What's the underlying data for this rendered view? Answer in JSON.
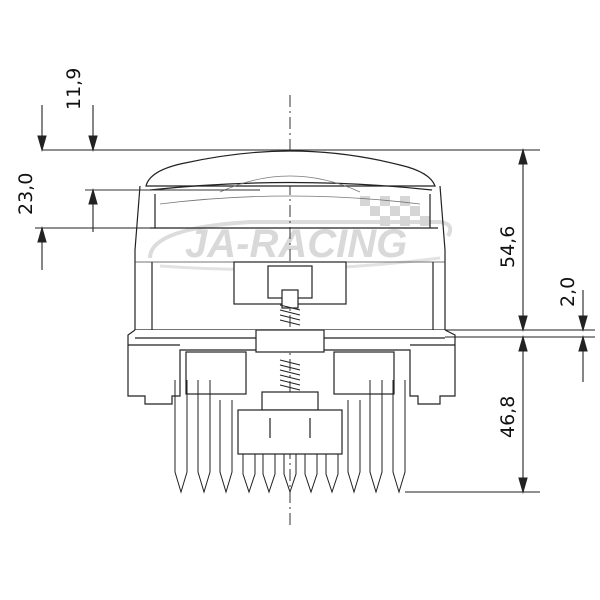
{
  "drawing": {
    "dimensions": {
      "d1": "11,9",
      "d2": "23,0",
      "d3": "54,6",
      "d4": "2,0",
      "d5": "46,8"
    },
    "watermark": {
      "text": "JA-RACING"
    },
    "colors": {
      "line": "#222222",
      "watermark": "#d9d9d9",
      "background": "#ffffff"
    }
  }
}
